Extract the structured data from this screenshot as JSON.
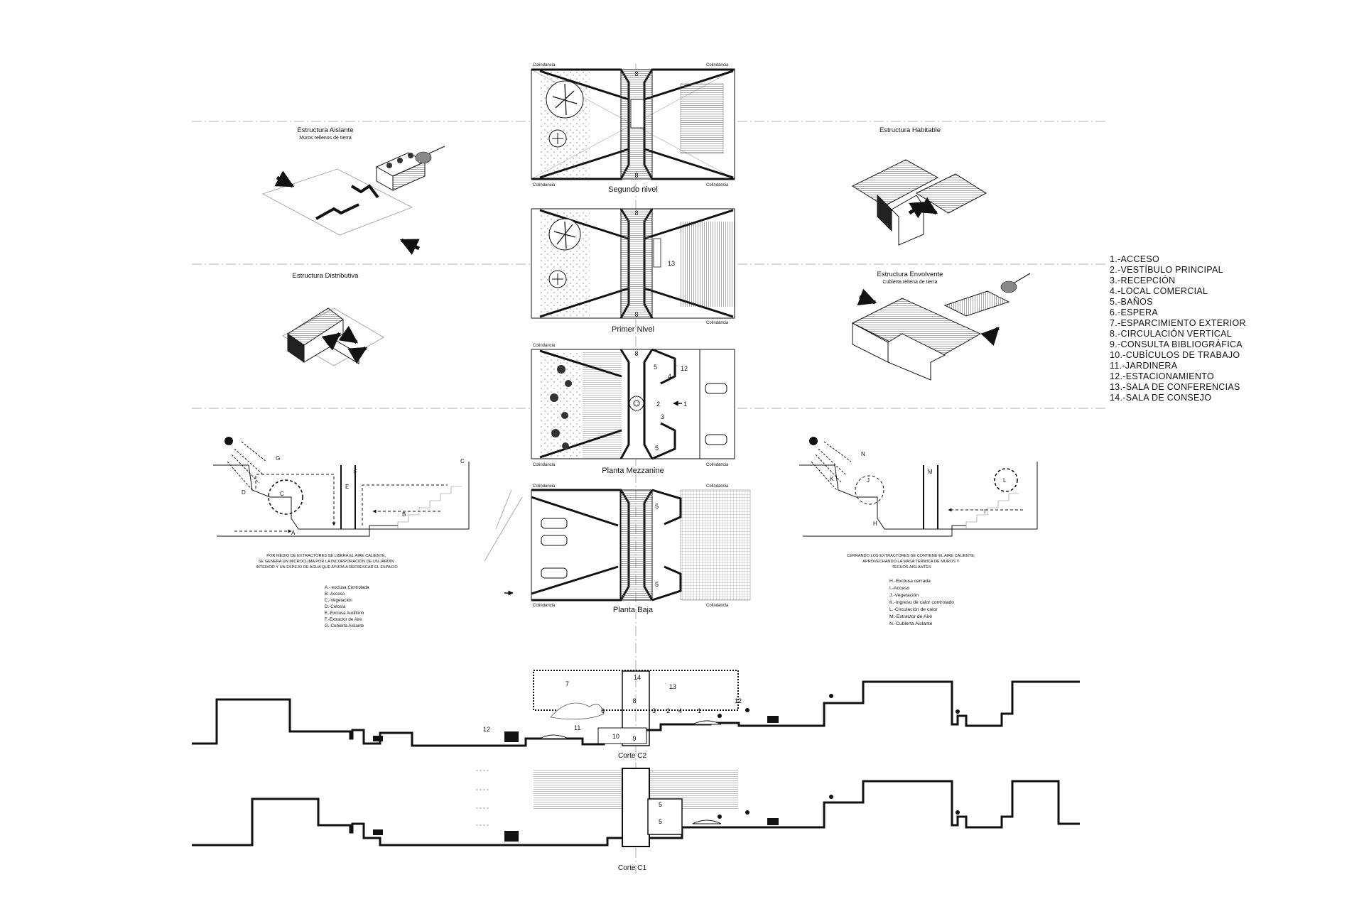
{
  "diagrams": {
    "left": {
      "aislante_title": "Estructura Aislante",
      "aislante_sub": "Muros rellenos de tierra",
      "distributiva_title": "Estructura Distributiva",
      "letters": [
        "G",
        "C",
        "D",
        "F",
        "E",
        "C",
        "B",
        "A"
      ],
      "note": [
        "POR MEDIO DE EXTRACTORES SE LIBERA EL AIRE CALIENTE,",
        "SE GENERA UN MICROCLIMA POR LA INCORPORACIÓN DE UN JARDIN",
        "INTERIOR Y UN ESPEJO DE AGUA QUE AYUDA A REFRESCAR EL ESPACIO"
      ],
      "legend": [
        "A.- exclusa Controlada",
        "B.-Acceso",
        "C.-Vegetación",
        "D.-Celosía",
        "E.-Exclusa Auditorio",
        "F.-Extractor de Aire",
        "G.-Cubierta Aislante"
      ]
    },
    "right": {
      "habitable_title": "Estructura Habitable",
      "envolvente_title": "Estructura Envolvente",
      "envolvente_sub": "Cubierta rellena de tierra",
      "letters": [
        "N",
        "M",
        "K",
        "J",
        "L",
        "I",
        "H"
      ],
      "note": [
        "CERRANDO LOS EXTRACTORES SE CONTIENE EL AIRE CALIENTE,",
        "APROVECHANDO LA MASA TÉRMICA DE MUROS Y",
        "TECHOS AISLANTES"
      ],
      "legend": [
        "H.-Exclusa cerrada",
        "I.-Acceso",
        "J.-Vegetación",
        "K.-Ingreso de calor controlado",
        "L.-Circulación de calor",
        "M.-Extractor de Aire",
        "N.-Cubierta Aislante"
      ]
    }
  },
  "plans": {
    "colindancia": "Colindancia",
    "segundo": {
      "title": "Segundo nivel",
      "numbers": [
        "8",
        "8"
      ]
    },
    "primer": {
      "title": "Primer Nivel",
      "numbers": [
        "8",
        "8",
        "13"
      ]
    },
    "mezzanine": {
      "title": "Planta Mezzanine",
      "numbers": [
        "8",
        "12",
        "4",
        "2",
        "1",
        "3",
        "5",
        "5"
      ]
    },
    "baja": {
      "title": "Planta Baja",
      "numbers": [
        "5",
        "5"
      ]
    }
  },
  "legend_items": [
    "1.-ACCESO",
    "2.-VESTÍBULO PRINCIPAL",
    "3.-RECEPCIÓN",
    "4.-LOCAL COMERCIAL",
    "5.-BAÑOS",
    "6.-ESPERA",
    "7.-ESPARCIMIENTO EXTERIOR",
    "8.-CIRCULACIÓN VERTICAL",
    "9.-CONSULTA BIBLIOGRÁFICA",
    "10.-CUBÍCULOS DE TRABAJO",
    "11.-JARDINERA",
    "12.-ESTACIONAMIENTO",
    "13.-SALA DE CONFERENCIAS",
    "14.-SALA DE CONSEJO"
  ],
  "sections": {
    "c2": {
      "title": "Corte C2",
      "numbers": [
        "14",
        "7",
        "13",
        "6",
        "3",
        "2",
        "4",
        "1",
        "12",
        "8",
        "12",
        "11",
        "10",
        "9"
      ]
    },
    "c1": {
      "title": "Corte C1",
      "numbers": [
        "5",
        "5"
      ]
    }
  }
}
